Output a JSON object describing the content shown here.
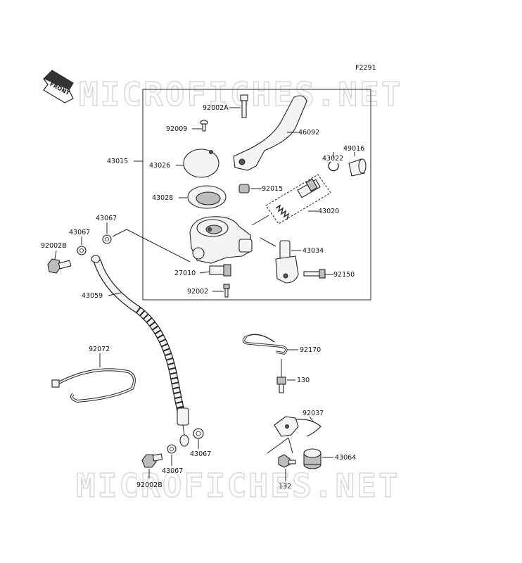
{
  "figure_code": "F2291",
  "front_label": "FRONT",
  "watermark": "MICROFICHES.NET",
  "labels": {
    "p92002A": "92002A",
    "p46092": "46092",
    "p92009": "92009",
    "p43015": "43015",
    "p43026": "43026",
    "p43022": "43022",
    "p49016": "49016",
    "p92015": "92015",
    "p43028": "43028",
    "p43020": "43020",
    "p43067_a": "43067",
    "p43067_b": "43067",
    "p92002B_a": "92002B",
    "p43034": "43034",
    "p27010": "27010",
    "p92150": "92150",
    "p92002": "92002",
    "p43059": "43059",
    "p92072": "92072",
    "p92170": "92170",
    "p130": "130",
    "p92037": "92037",
    "p43064": "43064",
    "p43067_c": "43067",
    "p43067_d": "43067",
    "p92002B_b": "92002B",
    "p132": "132"
  }
}
